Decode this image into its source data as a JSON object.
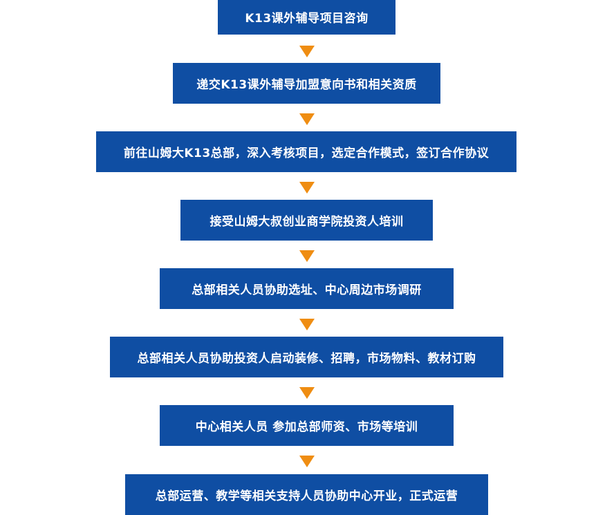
{
  "flow": {
    "steps": [
      {
        "label": "K13课外辅导项目咨询"
      },
      {
        "label": "递交K13课外辅导加盟意向书和相关资质"
      },
      {
        "label": "前往山姆大K13总部，深入考核项目，选定合作模式，签订合作协议"
      },
      {
        "label": "接受山姆大叔创业商学院投资人培训"
      },
      {
        "label": "总部相关人员协助选址、中心周边市场调研"
      },
      {
        "label": "总部相关人员协助投资人启动装修、招聘，市场物料、教材订购"
      },
      {
        "label": "中心相关人员 参加总部师资、市场等培训"
      },
      {
        "label": "总部运营、教学等相关支持人员协助中心开业，正式运营"
      }
    ],
    "box_color": "#0f4ea3",
    "arrow_color": "#ef8d12",
    "text_color": "#ffffff"
  }
}
